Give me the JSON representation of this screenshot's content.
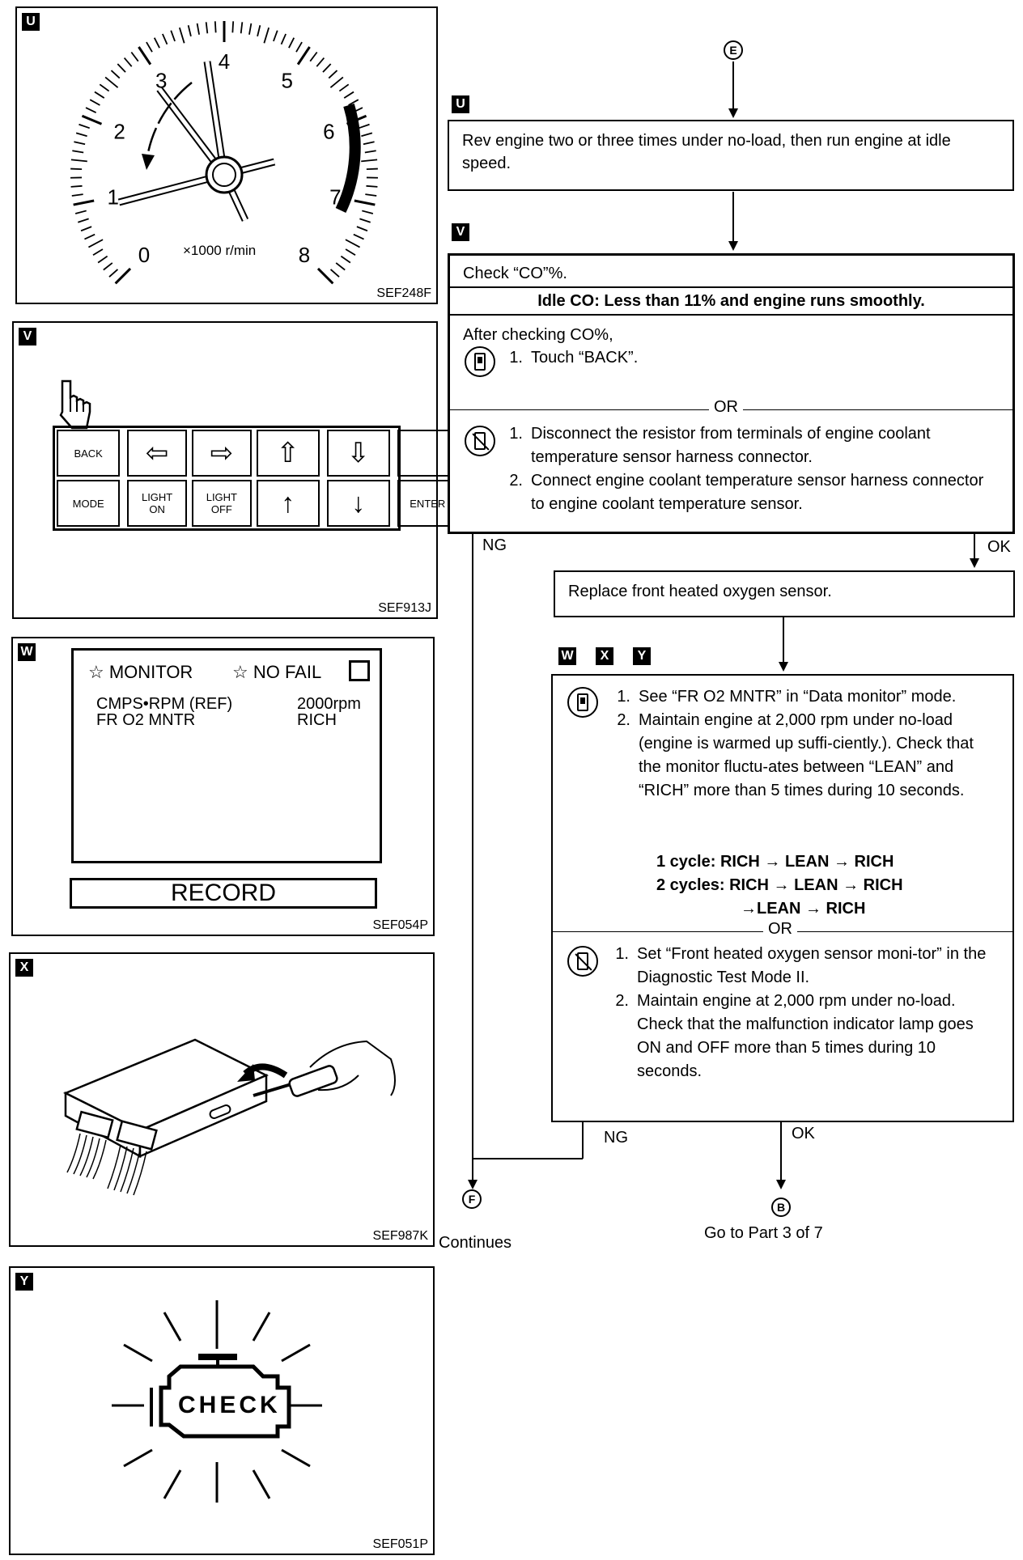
{
  "panels": {
    "U": {
      "tag": "U",
      "code": "SEF248F",
      "unit": "×1000 r/min",
      "scale": [
        "0",
        "1",
        "2",
        "3",
        "4",
        "5",
        "6",
        "7",
        "8"
      ]
    },
    "V": {
      "tag": "V",
      "code": "SEF913J",
      "keys_row1": [
        "BACK",
        "⇦",
        "⇨",
        "⇧",
        "⇩",
        ""
      ],
      "keys_row2": [
        "MODE",
        "LIGHT ON",
        "LIGHT OFF",
        "↑",
        "↓",
        "ENTER"
      ]
    },
    "W": {
      "tag": "W",
      "code": "SEF054P",
      "header_monitor": "☆ MONITOR",
      "header_nofail": "☆ NO FAIL",
      "rows": [
        {
          "label": "CMPS•RPM (REF)",
          "value": "2000rpm"
        },
        {
          "label": "FR O2 MNTR",
          "value": "RICH"
        }
      ],
      "record": "RECORD"
    },
    "X": {
      "tag": "X",
      "code": "SEF987K"
    },
    "Y": {
      "tag": "Y",
      "code": "SEF051P",
      "check": "CHECK"
    }
  },
  "flow": {
    "connector_e": "E",
    "step1": {
      "tag": "U",
      "text": "Rev engine two or three times under no-load, then run engine at idle speed."
    },
    "step2": {
      "tag": "V",
      "title": "Check “CO”%.",
      "spec": "Idle CO: Less than 11% and engine runs smoothly.",
      "after": "After checking CO%,",
      "consult": [
        {
          "n": "1.",
          "t": "Touch “BACK”."
        }
      ],
      "or": "OR",
      "manual": [
        {
          "n": "1.",
          "t": "Disconnect the resistor from terminals of engine coolant temperature sensor harness connector."
        },
        {
          "n": "2.",
          "t": "Connect engine coolant temperature sensor harness connector to engine coolant temperature sensor."
        }
      ]
    },
    "ng_label": "NG",
    "ok_label": "OK",
    "step3": {
      "text": "Replace front heated oxygen sensor."
    },
    "step4": {
      "tags": [
        "W",
        "X",
        "Y"
      ],
      "consult": [
        {
          "n": "1.",
          "t": "See “FR O2 MNTR” in “Data monitor” mode."
        },
        {
          "n": "2.",
          "t": "Maintain engine at 2,000 rpm under no-load (engine is warmed up suffi-ciently.). Check that the monitor fluctu-ates between “LEAN” and “RICH” more than 5 times during 10 seconds."
        }
      ],
      "cycle1": "1 cycle: RICH → LEAN → RICH",
      "cycle2a": "2 cycles: RICH → LEAN → RICH",
      "cycle2b": "→LEAN → RICH",
      "or": "OR",
      "manual": [
        {
          "n": "1.",
          "t": "Set “Front heated oxygen sensor moni-tor” in the Diagnostic Test Mode II."
        },
        {
          "n": "2.",
          "t": "Maintain engine at 2,000 rpm under no-load. Check that the malfunction indicator lamp goes ON and OFF more than 5 times during 10 seconds."
        }
      ]
    },
    "ng2_label": "NG",
    "ok2_label": "OK",
    "connector_f": "F",
    "continues": "Continues",
    "connector_b": "B",
    "goto": "Go to Part 3 of 7"
  }
}
